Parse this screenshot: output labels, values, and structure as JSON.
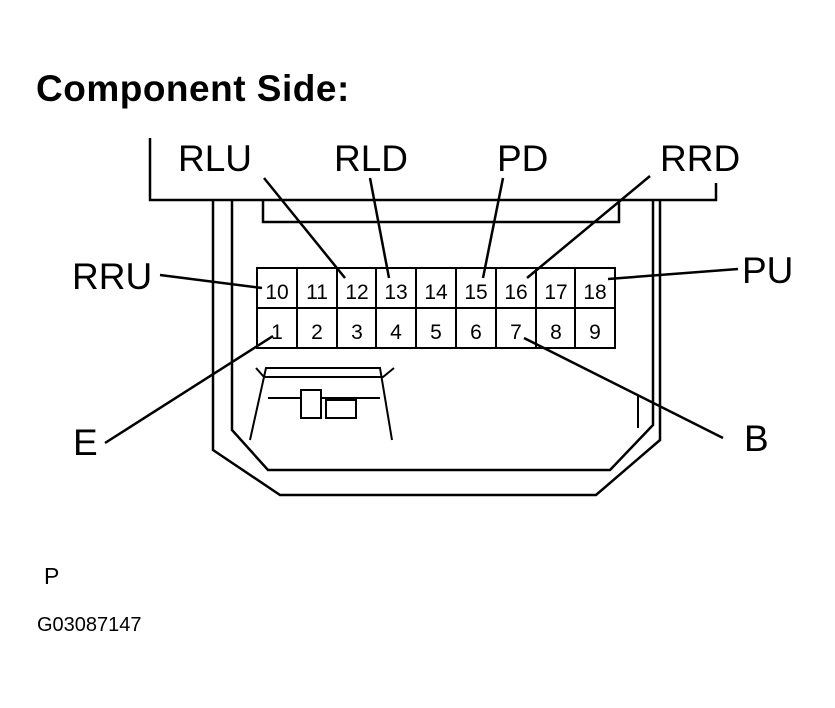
{
  "title": "Component Side:",
  "callouts": {
    "rlu": "RLU",
    "rld": "RLD",
    "pd": "PD",
    "rrd": "RRD",
    "rru": "RRU",
    "pu": "PU",
    "e": "E",
    "b": "B"
  },
  "pins_top": [
    "10",
    "11",
    "12",
    "13",
    "14",
    "15",
    "16",
    "17",
    "18"
  ],
  "pins_bottom": [
    "1",
    "2",
    "3",
    "4",
    "5",
    "6",
    "7",
    "8",
    "9"
  ],
  "view_letter": "P",
  "figure_id": "G03087147"
}
